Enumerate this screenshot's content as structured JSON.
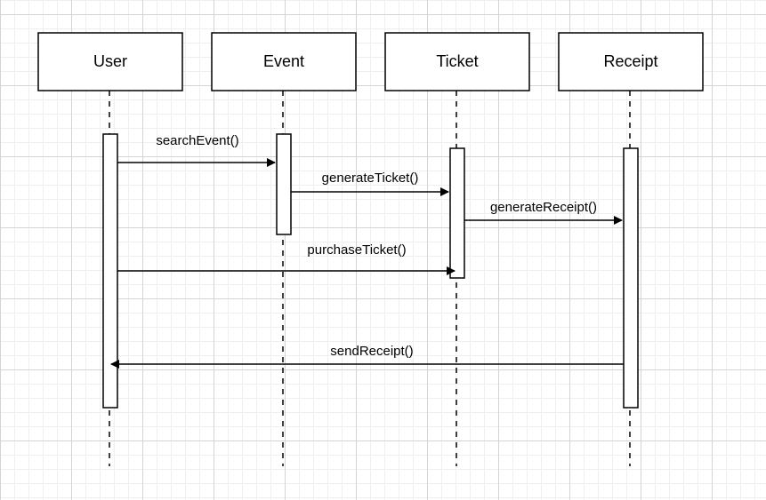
{
  "diagram": {
    "type": "sequence",
    "lifelines": [
      {
        "id": "user",
        "label": "User"
      },
      {
        "id": "event",
        "label": "Event"
      },
      {
        "id": "ticket",
        "label": "Ticket"
      },
      {
        "id": "receipt",
        "label": "Receipt"
      }
    ],
    "messages": [
      {
        "label": "searchEvent()",
        "from": "User",
        "to": "Event"
      },
      {
        "label": "generateTicket()",
        "from": "Event",
        "to": "Ticket"
      },
      {
        "label": "generateReceipt()",
        "from": "Ticket",
        "to": "Receipt"
      },
      {
        "label": "purchaseTicket()",
        "from": "User",
        "to": "Ticket"
      },
      {
        "label": "sendReceipt()",
        "from": "Receipt",
        "to": "User"
      }
    ]
  }
}
